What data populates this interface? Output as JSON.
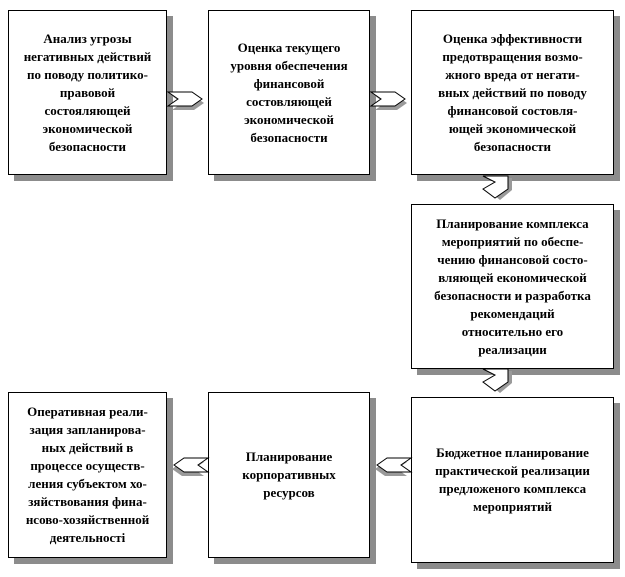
{
  "boxes": {
    "threat_analysis": "Анализ угрозы\nнегативных действий\nпо поводу политико-\nправовой\nсостояляющей\nэкономической\nбезопасности",
    "current_level": "Оценка текущего\nуровня обеспечения\nфинансовой\nсостовляющей\nэкономической\nбезопасности",
    "prevention_efficiency": "Оценка эффективности\nпредотвращения возмо-\nжного вреда от негати-\nвных действий по поводу\nфинансовой  состовля-\nющей  экономической\nбезопасности",
    "measures_planning": "Планирование комплекса\nмероприятий по обеспе-\nчению финансовой состо-\nвляющей економической\nбезопасности и разработка\nрекомендаций\nотносительно его\nреализации",
    "budget_planning": "Бюджетное планирование\nпрактической реализации\nпредложеного комплекса\nмероприятий",
    "resource_planning": "Планирование\nкорпоративных\nресурсов",
    "operational_implementation": "Оперативная реали-\nзация запланирова-\nных действий в\nпроцессе осуществ-\nления субъектом хо-\nзяйствования фина-\nнсово-хозяйственной\nдеятельності"
  }
}
